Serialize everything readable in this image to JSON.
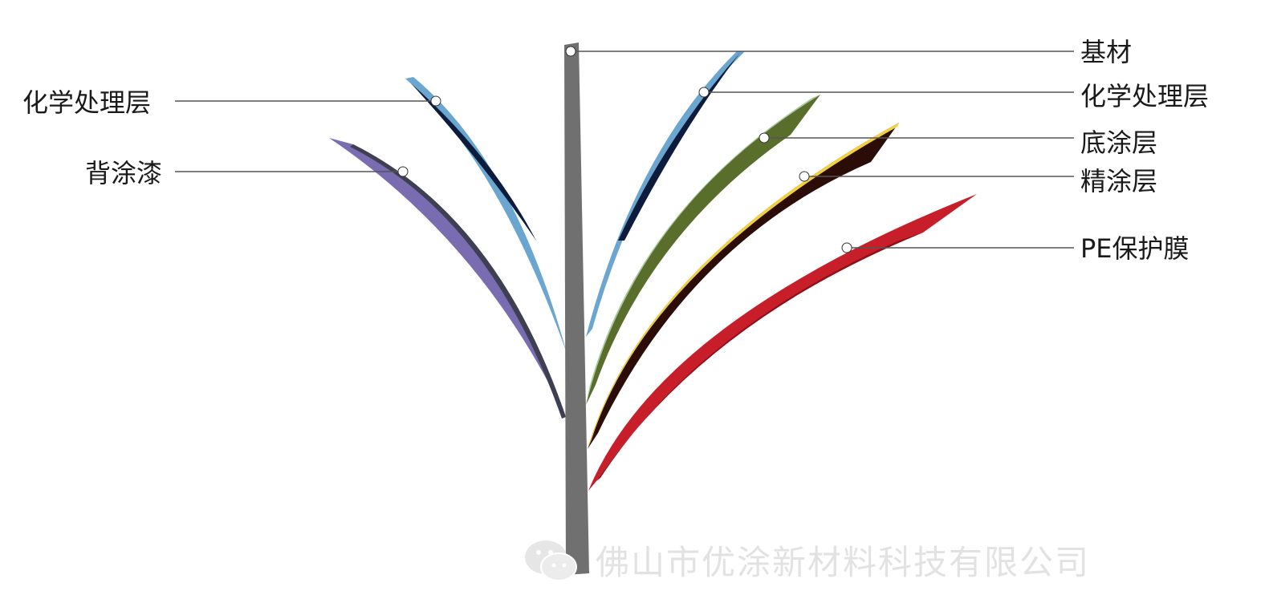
{
  "left_labels": {
    "chemical_layer": "化学处理层",
    "back_coat": "背涂漆"
  },
  "right_labels": {
    "substrate": "基材",
    "chemical_layer": "化学处理层",
    "primer": "底涂层",
    "topcoat": "精涂层",
    "pe_film": "PE保护膜"
  },
  "watermark": {
    "icon": "wechat-icon",
    "text": "佛山市优涂新材料科技有限公司"
  },
  "colors": {
    "substrate": "#707070",
    "chemical_layer": "#6aa6cf",
    "chemical_layer_dark": "#0d1c3c",
    "back_coat": "#7a6cb0",
    "primer": "#5a6e2c",
    "primer_edge": "#a8c8a0",
    "topcoat": "#2b0c06",
    "topcoat_edge": "#f2d23c",
    "pe_film": "#c81e2a",
    "leader_line": "#555555"
  }
}
